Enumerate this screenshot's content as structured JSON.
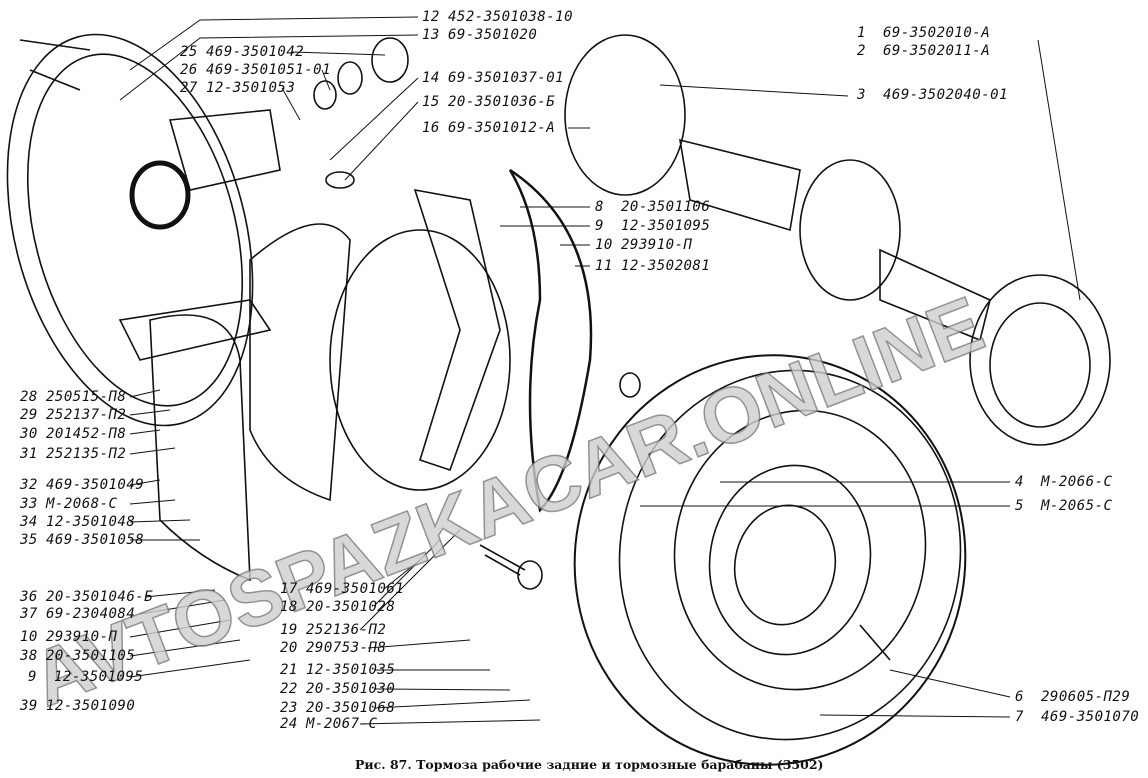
{
  "callouts": [
    {
      "num": "1",
      "part": "69-3502010-А"
    },
    {
      "num": "2",
      "part": "69-3502011-А"
    },
    {
      "num": "3",
      "part": "469-3502040-01"
    },
    {
      "num": "4",
      "part": "М-2066-С"
    },
    {
      "num": "5",
      "part": "М-2065-С"
    },
    {
      "num": "6",
      "part": "290605-П29"
    },
    {
      "num": "7",
      "part": "469-3501070"
    },
    {
      "num": "8",
      "part": "20-3501106"
    },
    {
      "num": "9",
      "part": "12-3501095"
    },
    {
      "num": "10",
      "part": "293910-П"
    },
    {
      "num": "11",
      "part": "12-3502081"
    },
    {
      "num": "12",
      "part": "452-3501038-10"
    },
    {
      "num": "13",
      "part": "69-3501020"
    },
    {
      "num": "14",
      "part": "69-3501037-01"
    },
    {
      "num": "15",
      "part": "20-3501036-Б"
    },
    {
      "num": "16",
      "part": "69-3501012-А"
    },
    {
      "num": "17",
      "part": "469-3501061"
    },
    {
      "num": "18",
      "part": "20-3501028"
    },
    {
      "num": "19",
      "part": "252136-П2"
    },
    {
      "num": "20",
      "part": "290753-П8"
    },
    {
      "num": "21",
      "part": "12-3501035"
    },
    {
      "num": "22",
      "part": "20-3501030"
    },
    {
      "num": "23",
      "part": "20-3501068"
    },
    {
      "num": "24",
      "part": "М-2067-С"
    },
    {
      "num": "25",
      "part": "469-3501042"
    },
    {
      "num": "26",
      "part": "469-3501051-01"
    },
    {
      "num": "27",
      "part": "12-3501053"
    },
    {
      "num": "28",
      "part": "250515-П8"
    },
    {
      "num": "29",
      "part": "252137-П2"
    },
    {
      "num": "30",
      "part": "201452-П8"
    },
    {
      "num": "31",
      "part": "252135-П2"
    },
    {
      "num": "32",
      "part": "469-3501049"
    },
    {
      "num": "33",
      "part": "М-2068-С"
    },
    {
      "num": "34",
      "part": "12-3501048"
    },
    {
      "num": "35",
      "part": "469-3501058"
    },
    {
      "num": "36",
      "part": "20-3501046-Б"
    },
    {
      "num": "37",
      "part": "69-2304084"
    },
    {
      "num": "10",
      "part": "293910-П"
    },
    {
      "num": "38",
      "part": "20-3501105"
    },
    {
      "num": "9",
      "part": "12-3501095"
    },
    {
      "num": "39",
      "part": "12-3501090"
    }
  ],
  "caption": "Рис. 87. Тормоза рабочие задние и тормозные барабаны (3502)",
  "watermark": "AVTOSPAZKACAR.ONLINE"
}
